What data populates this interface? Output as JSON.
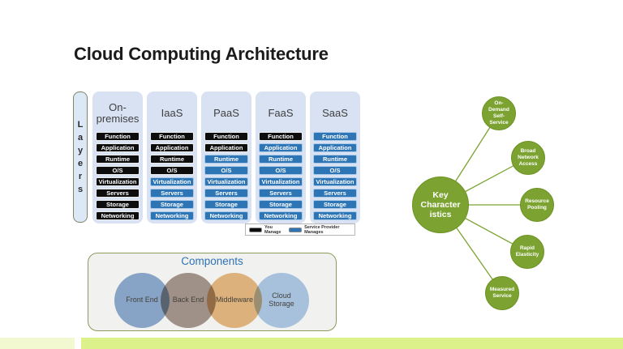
{
  "title": "Cloud Computing Architecture",
  "layers_label": "Layers",
  "colors": {
    "you_manage": "#0d0d0d",
    "provider_manages": "#2e75b6",
    "green": "#7ca331",
    "column_bg": "#d9e2f3",
    "components_title": "#2e74b5",
    "bottom_bar_left": "#f2f8d0",
    "bottom_bar_main": "#ddf18b"
  },
  "stack": {
    "rows": [
      "Function",
      "Application",
      "Runtime",
      "O/S",
      "Virtualization",
      "Servers",
      "Storage",
      "Networking"
    ],
    "columns": [
      {
        "name": "On-premises",
        "provider_from": 8
      },
      {
        "name": "IaaS",
        "provider_from": 4
      },
      {
        "name": "PaaS",
        "provider_from": 2
      },
      {
        "name": "FaaS",
        "provider_from": 1
      },
      {
        "name": "SaaS",
        "provider_from": 0
      }
    ]
  },
  "legend": {
    "you_manage": "You Manage",
    "provider": "Service Provider Manages"
  },
  "components": {
    "title": "Components",
    "items": [
      {
        "label": "Front End",
        "color": "#8aaad0"
      },
      {
        "label": "Back End",
        "color": "#a5968b"
      },
      {
        "label": "Middleware",
        "color": "#e9b97e"
      },
      {
        "label": "Cloud Storage",
        "color": "#aecbec"
      }
    ]
  },
  "key_characteristics": {
    "center_lines": [
      "Key",
      "Character",
      "istics"
    ],
    "satellites": [
      "On-Demand Self-Service",
      "Broad Network Access",
      "Resource Pooling",
      "Rapid Elasticity",
      "Measured Service"
    ]
  }
}
